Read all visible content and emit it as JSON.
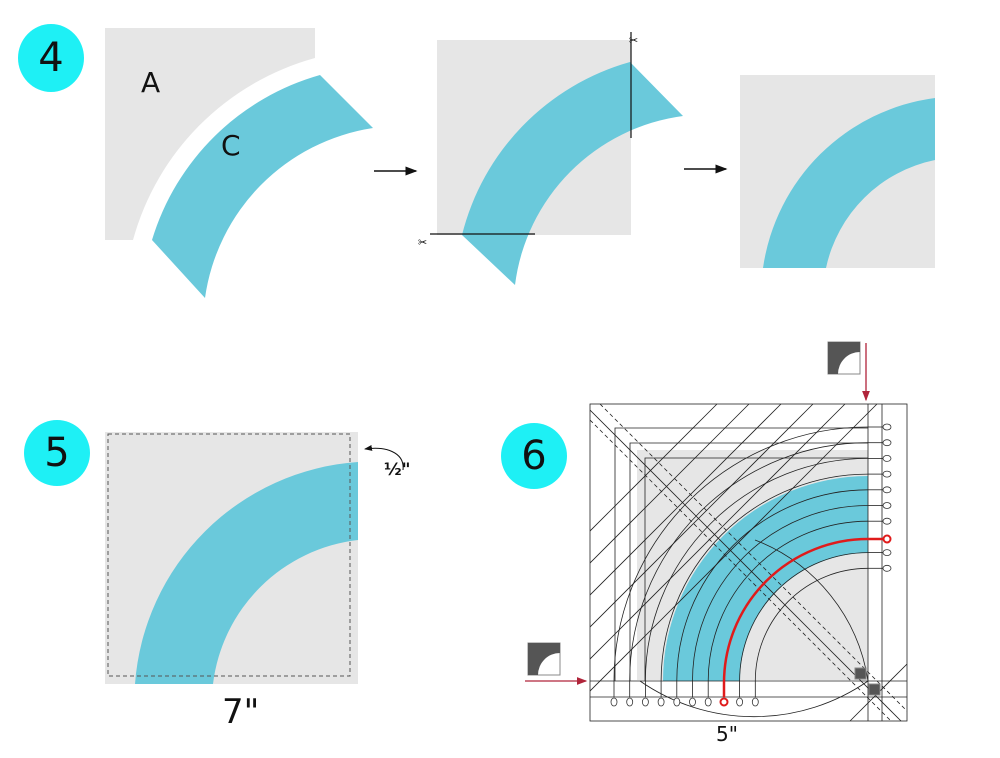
{
  "steps": {
    "s4": {
      "number": "4",
      "label_a": "A",
      "label_c": "C"
    },
    "s5": {
      "number": "5",
      "seam": "½\"",
      "size": "7\""
    },
    "s6": {
      "number": "6",
      "size": "5\""
    }
  },
  "colors": {
    "step_circle": "#1ef0f5",
    "fabric_a": "#e6e6e6",
    "fabric_c": "#6ac9db",
    "stitch_line": "#e01b1b",
    "arrow": "#b0243a"
  }
}
